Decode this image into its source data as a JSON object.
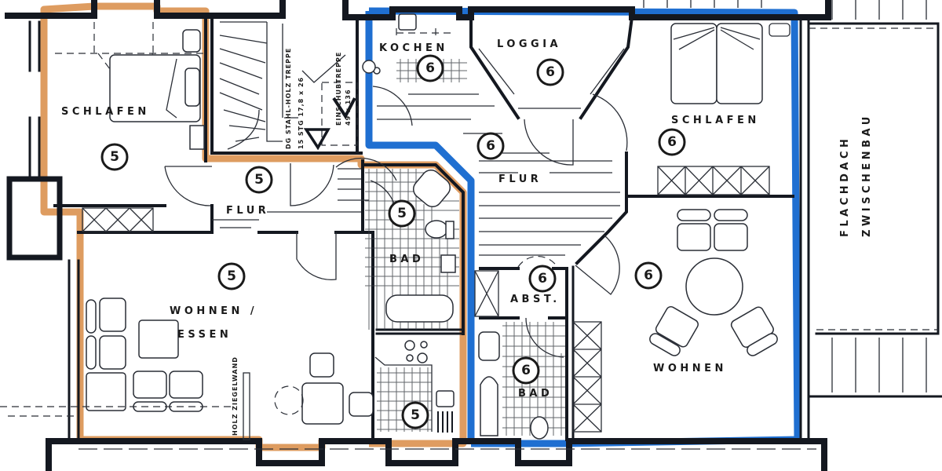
{
  "plan": {
    "colors": {
      "unit5_outline": "#d98b45",
      "unit6_outline": "#1f6fd1",
      "wall": "#141820",
      "background": "#ffffff"
    },
    "units": [
      {
        "number": "5",
        "outline_color": "#d98b45"
      },
      {
        "number": "6",
        "outline_color": "#1f6fd1"
      }
    ],
    "rooms": {
      "schlafen5": {
        "label": "SCHLAFEN",
        "unit": "5"
      },
      "flur5": {
        "label": "FLUR",
        "unit": "5"
      },
      "wohnen5_line1": "WOHNEN /",
      "wohnen5_line2": "ESSEN",
      "bad5": {
        "label": "BAD",
        "unit": "5"
      },
      "kueche5": {
        "unit": "5"
      },
      "kochen6": {
        "label": "KOCHEN",
        "unit": "6"
      },
      "loggia6": {
        "label": "LOGGIA",
        "unit": "6"
      },
      "flur6": {
        "label": "FLUR",
        "unit": "6"
      },
      "schlafen6": {
        "label": "SCHLAFEN",
        "unit": "6"
      },
      "abst6": {
        "label": "ABST.",
        "unit": "6"
      },
      "bad6": {
        "label": "BAD",
        "unit": "6"
      },
      "wohnen6": {
        "label": "WOHNEN",
        "unit": "6"
      }
    },
    "annotations": {
      "stair_line1": "DG  STAHL-HOLZ TREPPE",
      "stair_line2": "15 STG  17,8 x 26",
      "hatch_line1": "EINSCHUBTREPPE",
      "hatch_line2": "49 x 136",
      "partition_wall": "HOLZ ZIEGELWAND",
      "flat_roof_line1": "FLACHDACH",
      "flat_roof_line2": "ZWISCHENBAU"
    }
  }
}
